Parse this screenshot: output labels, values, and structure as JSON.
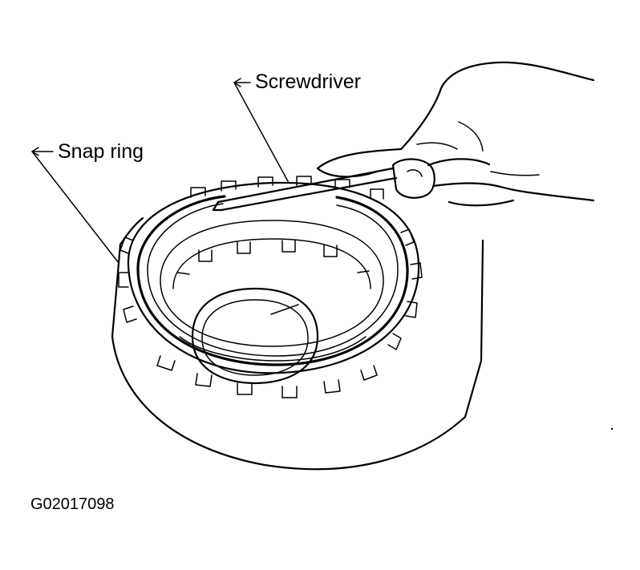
{
  "labels": {
    "screwdriver": "Screwdriver",
    "snap_ring": "Snap ring",
    "figure_id": "G02017098"
  },
  "colors": {
    "ink": "#000000",
    "background": "#ffffff"
  }
}
